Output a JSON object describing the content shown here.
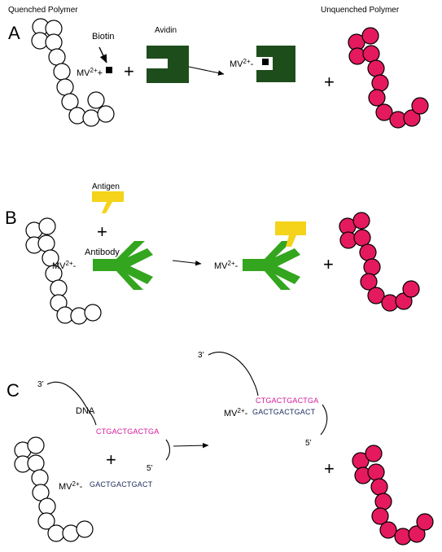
{
  "header": {
    "quenched_title": "Quenched Polymer",
    "unquenched_title": "Unquenched Polymer"
  },
  "panels": [
    {
      "letter": "A"
    },
    {
      "letter": "B"
    },
    {
      "letter": "C"
    }
  ],
  "common": {
    "plus": "+",
    "mv_base": "MV",
    "mv_sup": "2+",
    "mv_dash": "-"
  },
  "panel_a": {
    "biotin_label": "Biotin",
    "avidin_label": "Avidin"
  },
  "panel_b": {
    "antigen_label": "Antigen",
    "antibody_label": "Antibody"
  },
  "panel_c": {
    "dna_label": "DNA",
    "probe_seq": "GACTGACTGACT",
    "target_seq": "CTGACTGACTGA",
    "end_3": "3’",
    "end_5": "5’"
  },
  "colors": {
    "avidin": "#1e4d1c",
    "antibody": "#33a51e",
    "antigen": "#f4d31a",
    "unquenched_bead": "#e5195e",
    "target_seq": "#d4199b",
    "probe_seq": "#1a2a5a"
  }
}
